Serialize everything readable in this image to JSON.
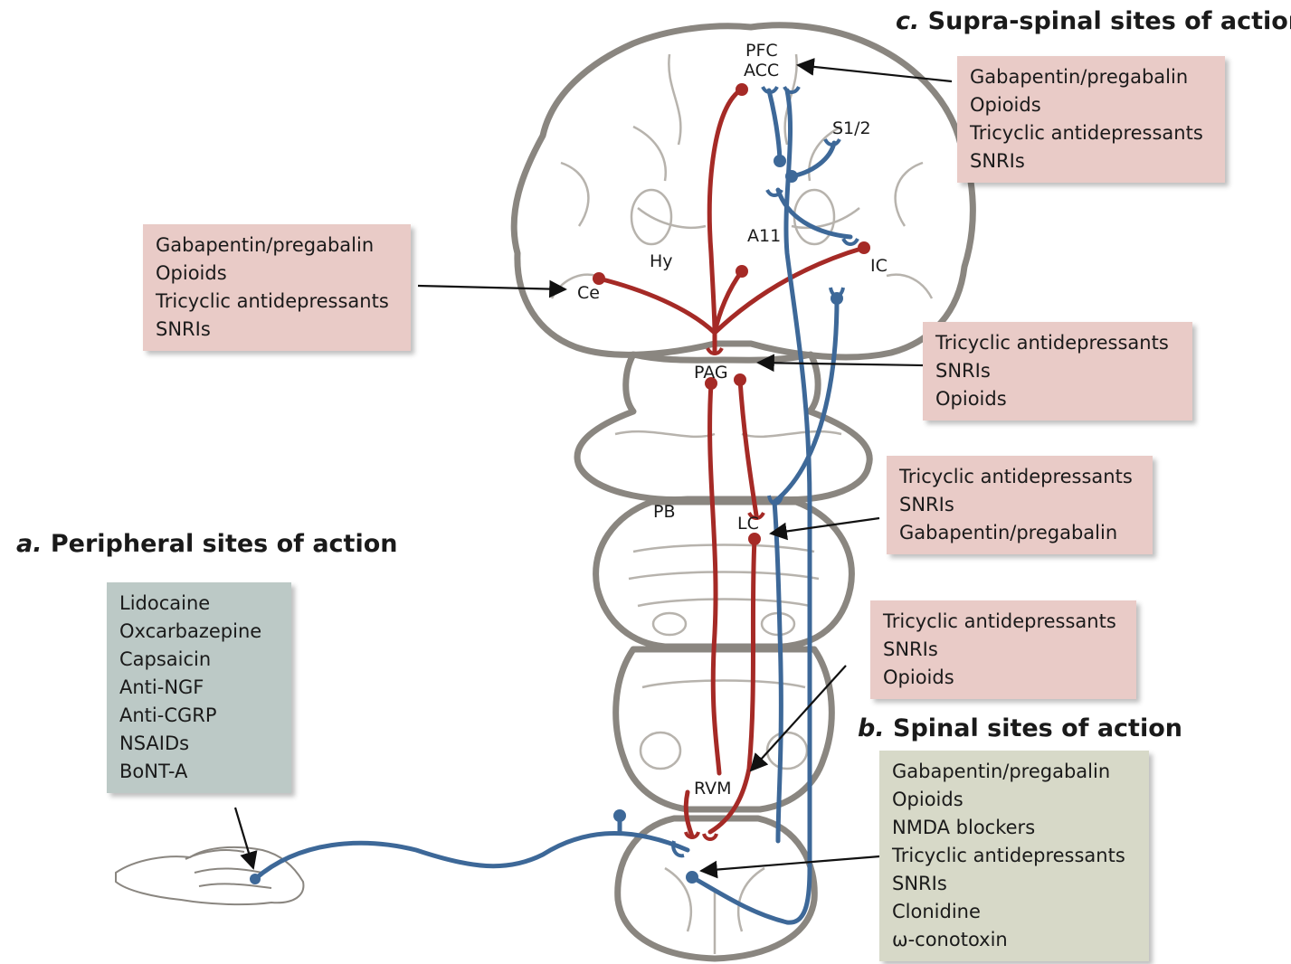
{
  "headings": {
    "supra_letter": "c.",
    "supra_text": "Supra-spinal sites of action",
    "peripheral_letter": "a.",
    "peripheral_text": "Peripheral sites of action",
    "spinal_letter": "b.",
    "spinal_text": "Spinal sites of action"
  },
  "boxes": {
    "acc": [
      "Gabapentin/pregabalin",
      "Opioids",
      "Tricyclic antidepressants",
      "SNRIs"
    ],
    "ce": [
      "Gabapentin/pregabalin",
      "Opioids",
      "Tricyclic antidepressants",
      "SNRIs"
    ],
    "pag": [
      "Tricyclic antidepressants",
      "SNRIs",
      "Opioids"
    ],
    "lc": [
      "Tricyclic antidepressants",
      "SNRIs",
      "Gabapentin/pregabalin"
    ],
    "rvm": [
      "Tricyclic antidepressants",
      "SNRIs",
      "Opioids"
    ],
    "peripheral": [
      "Lidocaine",
      "Oxcarbazepine",
      "Capsaicin",
      "Anti-NGF",
      "Anti-CGRP",
      "NSAIDs",
      "BoNT-A"
    ],
    "spinal": [
      "Gabapentin/pregabalin",
      "Opioids",
      "NMDA blockers",
      "Tricyclic antidepressants",
      "SNRIs",
      "Clonidine",
      "ω-conotoxin"
    ]
  },
  "regions": {
    "pfc": "PFC",
    "acc": "ACC",
    "s12": "S1/2",
    "a11": "A11",
    "hy": "Hy",
    "ce": "Ce",
    "ic": "IC",
    "pag": "PAG",
    "pb": "PB",
    "lc": "LC",
    "rvm": "RVM"
  },
  "colors": {
    "descending_pathway": "#a52a26",
    "ascending_pathway": "#3d6898",
    "brain_outline": "#8a8680",
    "supraspinal_box": "#e9cbc7",
    "peripheral_box": "#bcc9c6",
    "spinal_box": "#d7d9c8"
  }
}
